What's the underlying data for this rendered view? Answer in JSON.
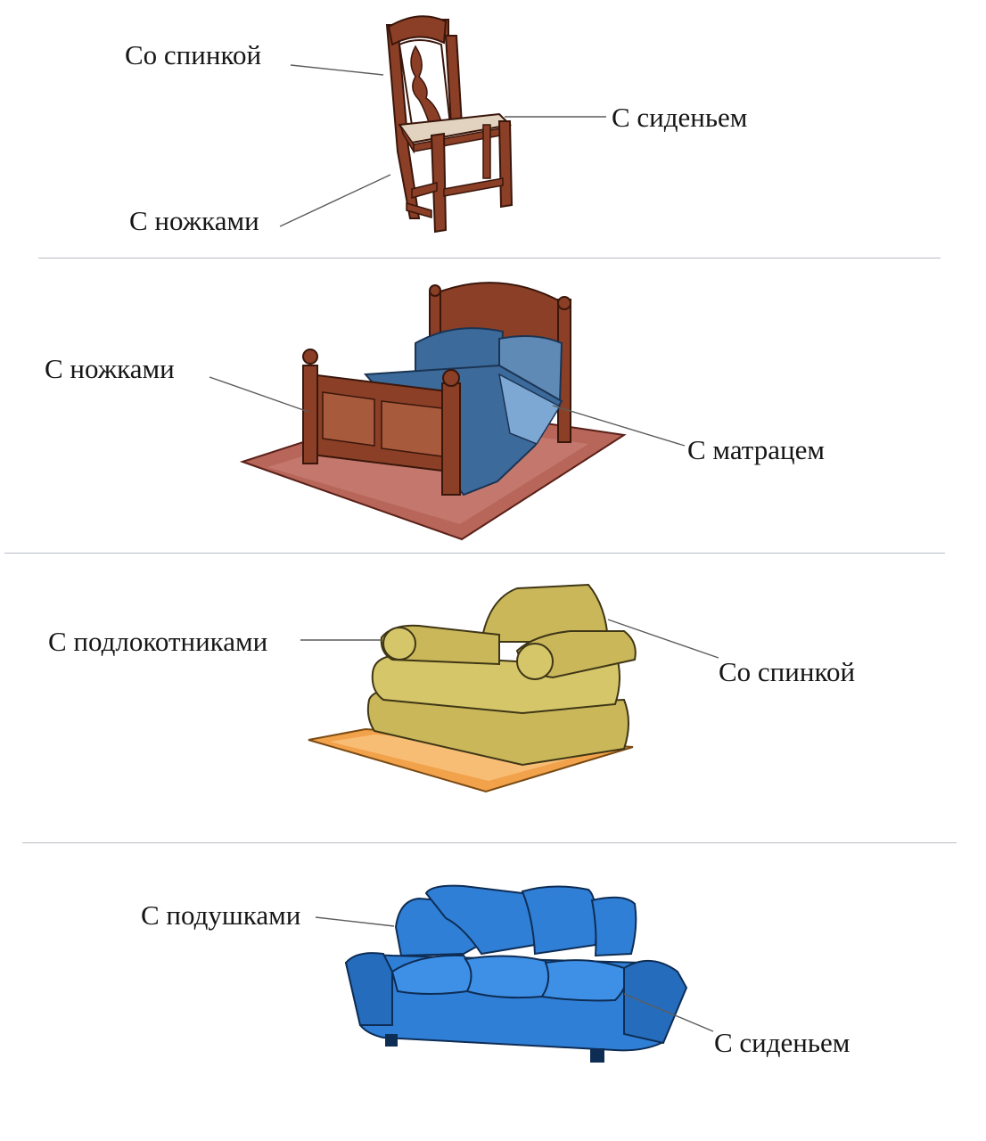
{
  "sections": [
    {
      "item": "chair",
      "labels": [
        "Со спинкой",
        "С сиденьем",
        "С ножками"
      ]
    },
    {
      "item": "bed",
      "labels": [
        "С ножками",
        "С матрацем"
      ]
    },
    {
      "item": "armchair",
      "labels": [
        "С подлокотниками",
        "Со спинкой"
      ]
    },
    {
      "item": "sofa",
      "labels": [
        "С подушками",
        "С сиденьем"
      ]
    }
  ],
  "colors": {
    "wood": "#8a3f26",
    "wood_dark": "#4a1d10",
    "bedding": "#3c6a9a",
    "rug_bed": "#b8665a",
    "armchair": "#c9b75a",
    "rug_armchair": "#f1a24a",
    "sofa": "#2f7fd6"
  }
}
